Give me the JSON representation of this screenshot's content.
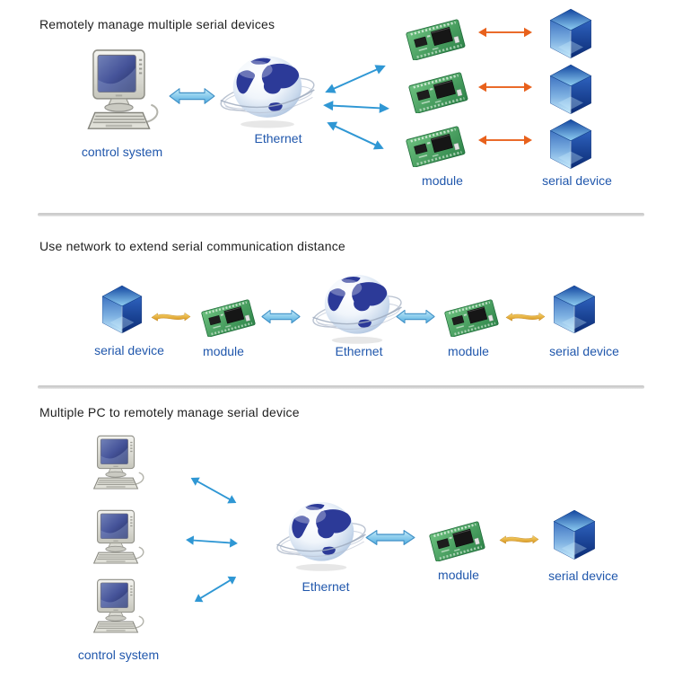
{
  "app": {
    "type": "serial-device-networking-diagram",
    "background": "#ffffff"
  },
  "colors": {
    "title_text": "#1f1f1f",
    "label_text": "#2057ac",
    "divider": "#cccccc",
    "thick_arrow_blue": "#52b0e4",
    "thin_arrow_blue": "#2f97d4",
    "thin_arrow_orange": "#e8611c",
    "gold_arrow": "#e0a32e",
    "pcb_green": "#3f9e5a",
    "cube_blue": "#1a52a8"
  },
  "icons": {
    "computer": "control-system-computer-icon",
    "globe": "ethernet-globe-icon",
    "module": "module-pcb-icon",
    "cube": "serial-device-cube-icon",
    "arrow_thick": "double-arrow-thick-icon",
    "arrow_thin": "double-arrow-thin-icon",
    "arrow_gold": "double-arrow-gold-icon"
  },
  "sections": [
    {
      "title": "Remotely manage multiple serial devices",
      "labels": {
        "control_system": "control system",
        "ethernet": "Ethernet",
        "module": "module",
        "serial_device": "serial device"
      }
    },
    {
      "title": "Use network to extend serial communication distance",
      "labels": {
        "serial_device_left": "serial device",
        "module_left": "module",
        "ethernet": "Ethernet",
        "module_right": "module",
        "serial_device_right": "serial device"
      }
    },
    {
      "title": "Multiple PC to remotely manage serial device",
      "labels": {
        "control_system": "control system",
        "ethernet": "Ethernet",
        "module": "module",
        "serial_device": "serial device"
      }
    }
  ]
}
